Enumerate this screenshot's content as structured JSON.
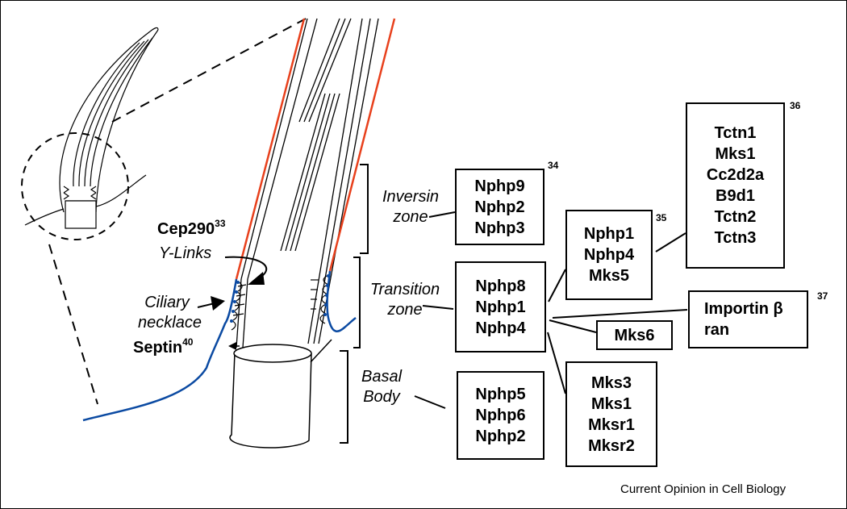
{
  "zones": {
    "inversin": [
      "Inversin",
      "zone"
    ],
    "transition": [
      "Transition",
      "zone"
    ],
    "basal": [
      "Basal",
      "Body"
    ]
  },
  "labels": {
    "cep290": "Cep290",
    "cep290_ref": "33",
    "ylinks": "Y-Links",
    "ciliary_necklace": [
      "Ciliary",
      "necklace"
    ],
    "septin": "Septin",
    "septin_ref": "40"
  },
  "boxes": {
    "inversin": {
      "lines": [
        "Nphp9",
        "Nphp2",
        "Nphp3"
      ],
      "ref": "34"
    },
    "transition": {
      "lines": [
        "Nphp8",
        "Nphp1",
        "Nphp4"
      ]
    },
    "basal": {
      "lines": [
        "Nphp5",
        "Nphp6",
        "Nphp2"
      ]
    },
    "nphp1_group": {
      "lines": [
        "Nphp1",
        "Nphp4",
        "Mks5"
      ],
      "ref": "35"
    },
    "tctn_group": {
      "lines": [
        "Tctn1",
        "Mks1",
        "Cc2d2a",
        "B9d1",
        "Tctn2",
        "Tctn3"
      ],
      "ref": "36"
    },
    "importin": {
      "lines": [
        "Importin β",
        "ran"
      ],
      "ref": "37"
    },
    "mks6": {
      "lines": [
        "Mks6"
      ]
    },
    "mks3_group": {
      "lines": [
        "Mks3",
        "Mks1",
        "Mksr1",
        "Mksr2"
      ]
    }
  },
  "credit": "Current Opinion in Cell Biology",
  "colors": {
    "membrane": "#e8401c",
    "plasma": "#0b4aa2",
    "stroke": "#000000"
  }
}
